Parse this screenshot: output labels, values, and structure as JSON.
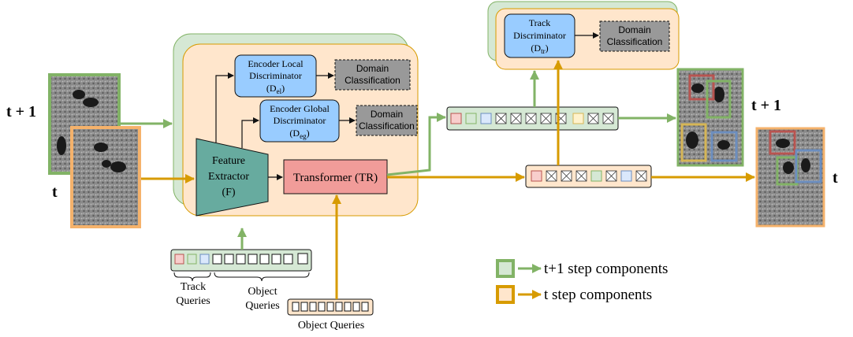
{
  "frames": {
    "t_plus_1_label": "t + 1",
    "t_label": "t"
  },
  "outputs": {
    "t_plus_1_label": "t + 1",
    "t_label": "t"
  },
  "blocks": {
    "feature_extractor": [
      "Feature",
      "Extractor",
      "(F)"
    ],
    "transformer": "Transformer (TR)",
    "enc_local_disc": {
      "line1": "Encoder Local",
      "line2": "Discriminator",
      "sym": "(D",
      "sub": "el",
      "close": ")"
    },
    "enc_global_disc": {
      "line1": "Encoder Global",
      "line2": "Discriminator",
      "sym": "(D",
      "sub": "eg",
      "close": ")"
    },
    "track_disc": {
      "line1": "Track",
      "line2": "Discriminator",
      "sym": "(D",
      "sub": "tr",
      "close": ")"
    },
    "domain_classification": [
      "Domain",
      "Classification"
    ]
  },
  "queries": {
    "track_queries": [
      "Track",
      "Queries"
    ],
    "object_queries_1": [
      "Object",
      "Queries"
    ],
    "object_queries_2": "Object Queries"
  },
  "legend": {
    "t_plus_1": "t+1 step components",
    "t": "t step components"
  },
  "colors": {
    "green": "#82b366",
    "green_fill": "#d5e8d4",
    "orange": "#d79b00",
    "orange_fill": "#ffe6cc",
    "blue_fill": "#99ccff",
    "red_fill": "#f19c99",
    "teal": "#67ab9f",
    "gray": "#999999",
    "box_red": "#b85450",
    "box_blue": "#6c8ebf"
  }
}
